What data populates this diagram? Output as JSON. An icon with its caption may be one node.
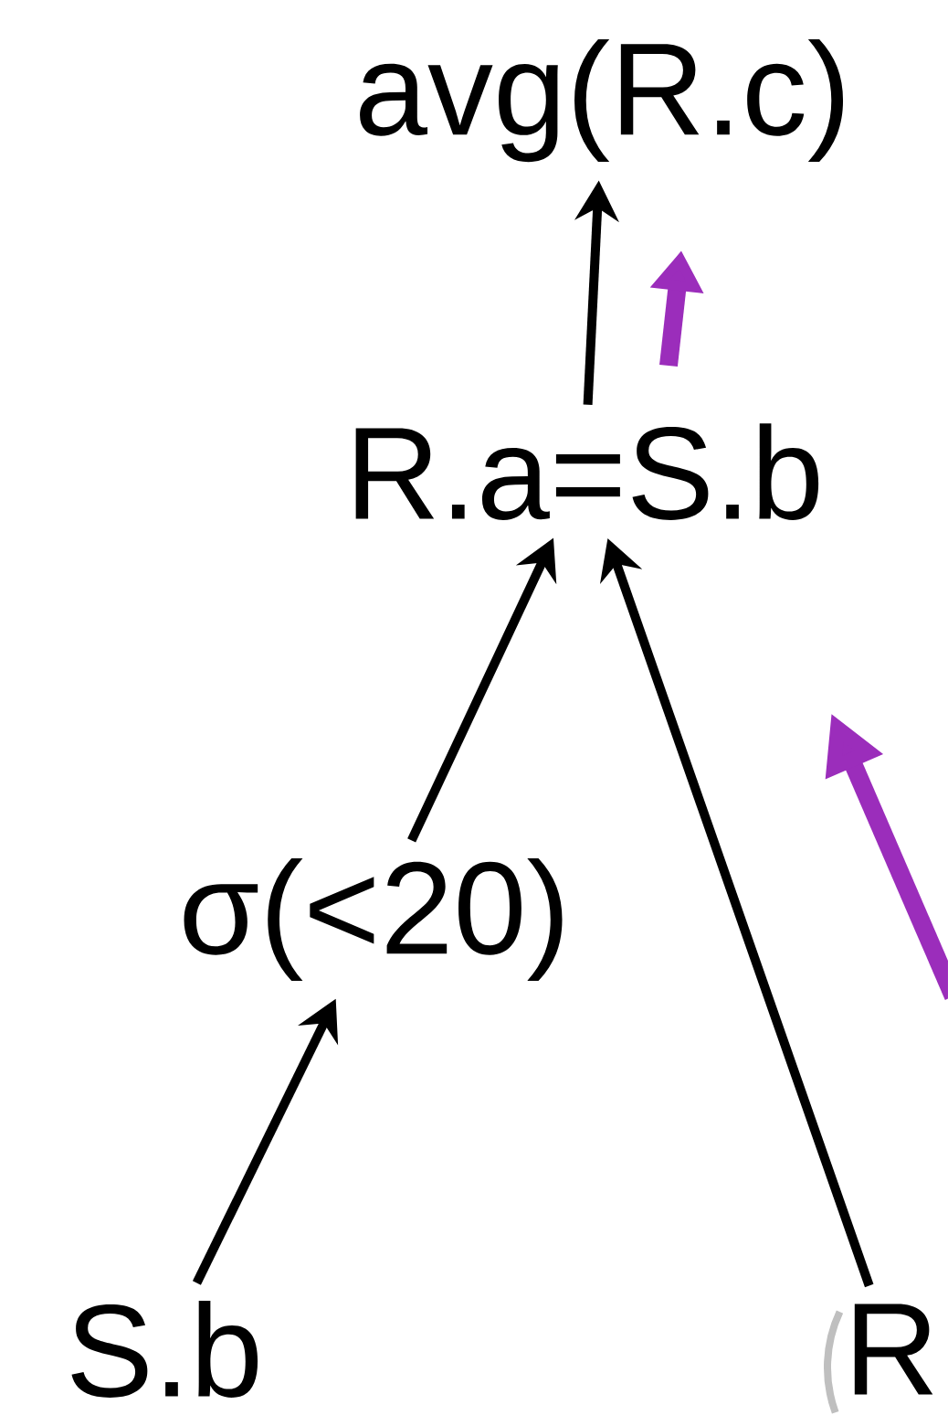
{
  "diagram": {
    "nodes": [
      {
        "text": [
          "avg(R.c)"
        ]
      },
      {
        "text": [
          "R.a=S.b"
        ]
      },
      {
        "text": [
          "σ(<20)"
        ]
      },
      {
        "text": [
          "S.b"
        ]
      },
      {
        "text": [
          "R"
        ]
      }
    ],
    "edges": [
      {
        "from": 3,
        "to": 2,
        "arrow": "to"
      },
      {
        "from": 2,
        "to": 1,
        "arrow": "to"
      },
      {
        "from": 4,
        "to": 1,
        "arrow": "to"
      },
      {
        "from": 1,
        "to": 0,
        "arrow": "to"
      }
    ]
  }
}
